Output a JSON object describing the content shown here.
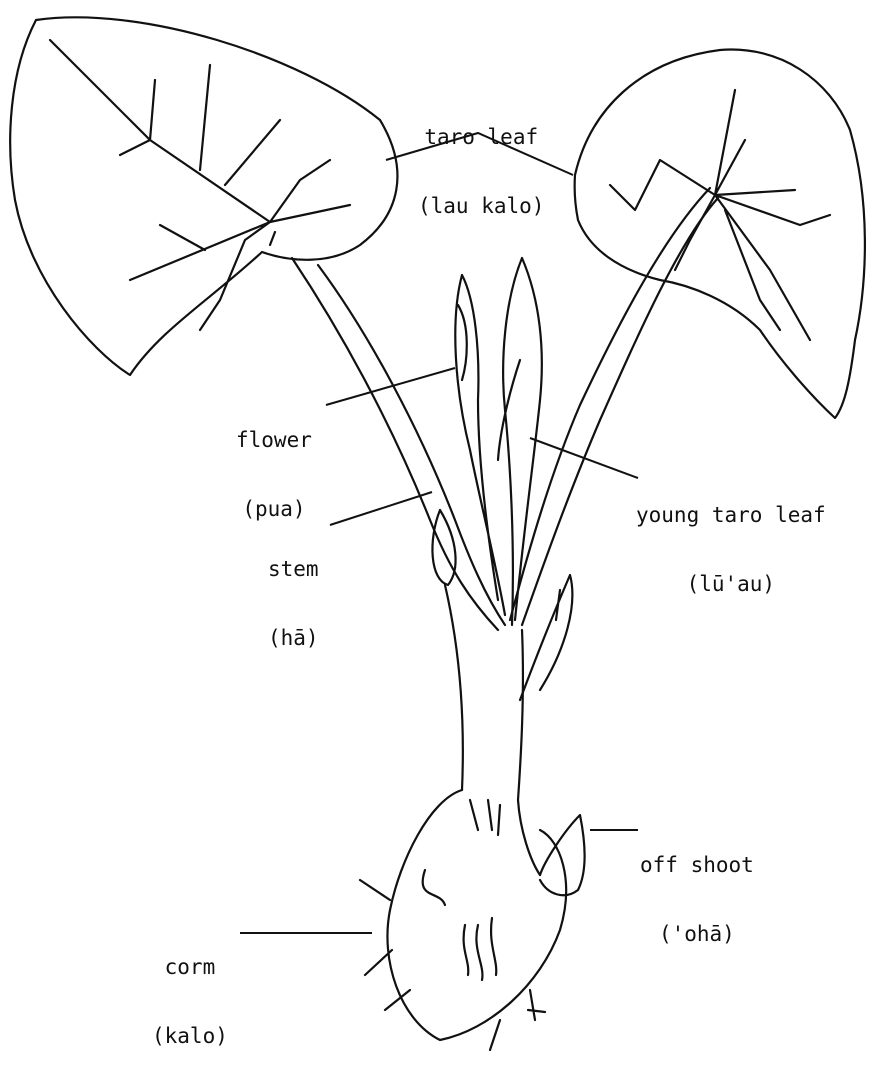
{
  "labels": {
    "taro_leaf": {
      "name": "taro leaf",
      "hawaiian": "(lau kalo)"
    },
    "flower": {
      "name": "flower",
      "hawaiian": "(pua)"
    },
    "young_taro_leaf": {
      "name": "young taro leaf",
      "hawaiian": "(lū'au)"
    },
    "stem": {
      "name": "stem",
      "hawaiian": "(hā)"
    },
    "off_shoot": {
      "name": "off shoot",
      "hawaiian": "('ohā)"
    },
    "corm": {
      "name": "corm",
      "hawaiian": "(kalo)"
    }
  }
}
